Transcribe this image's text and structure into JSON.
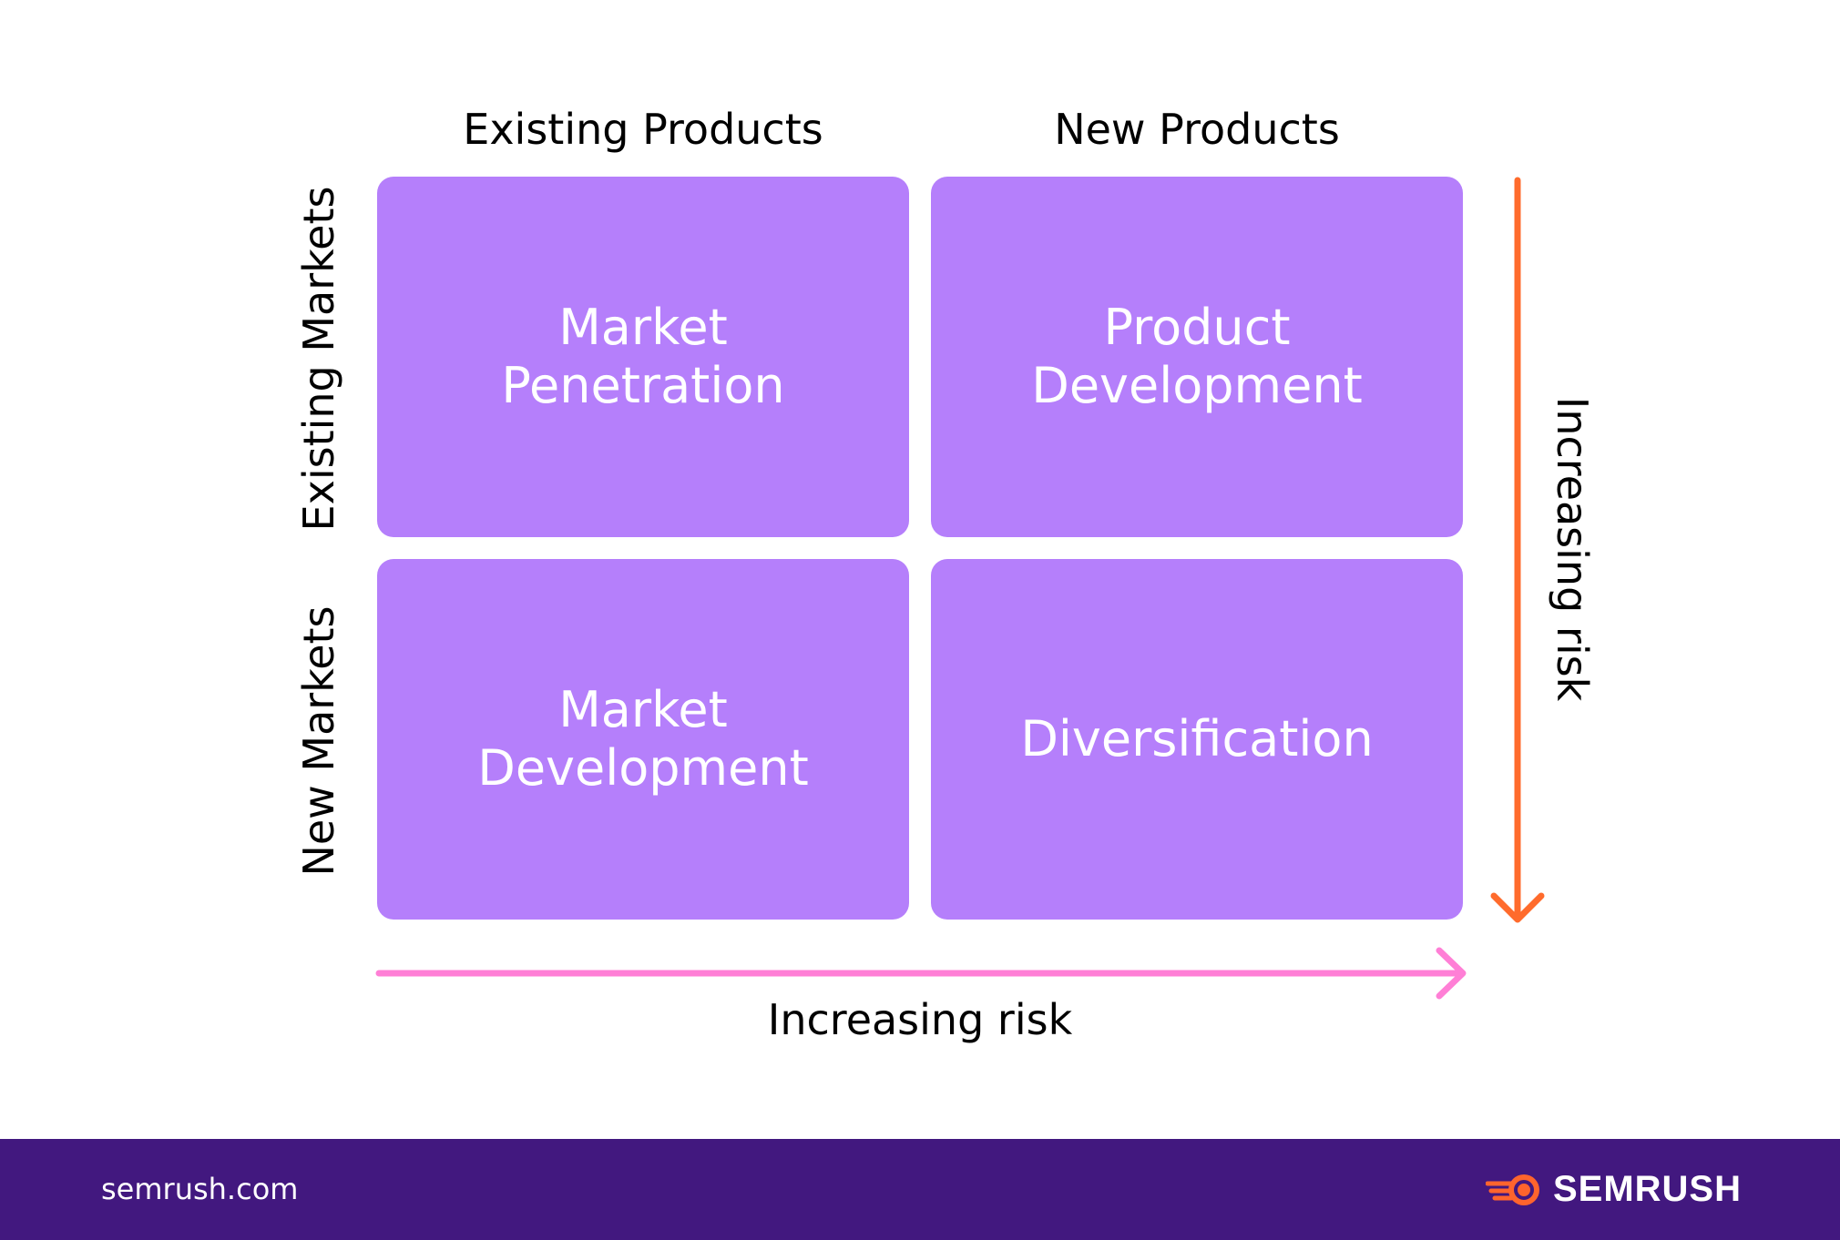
{
  "colors": {
    "cell": "#B57FFB",
    "vertical_arrow": "#FF6B2C",
    "horizontal_arrow": "#FF7FD6",
    "footer_bg": "#42187F",
    "brand_accent": "#FF642D"
  },
  "matrix": {
    "columns": [
      "Existing Products",
      "New Products"
    ],
    "rows": [
      "Existing Markets",
      "New Markets"
    ],
    "cells": [
      "Market\nPenetration",
      "Product\nDevelopment",
      "Market\nDevelopment",
      "Diversification"
    ]
  },
  "axes": {
    "horizontal_label": "Increasing risk",
    "vertical_label": "Increasing risk"
  },
  "footer": {
    "url": "semrush.com",
    "brand": "SEMRUSH",
    "brand_icon": "semrush-fireball-icon"
  }
}
